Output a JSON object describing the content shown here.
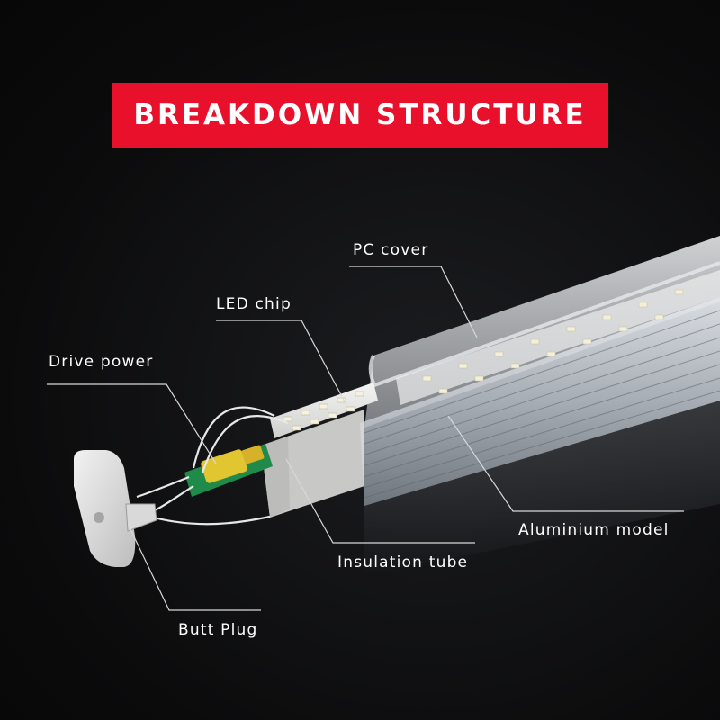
{
  "title": "BREAKDOWN STRUCTURE",
  "colors": {
    "banner": "#e8102a",
    "background": "#0b0b0c",
    "leader_line": "#d8d8d8",
    "label_text": "#ffffff"
  },
  "labels": {
    "pc_cover": "PC cover",
    "led_chip": "LED chip",
    "drive_power": "Drive power",
    "aluminium_model": "Aluminium model",
    "insulation_tube": "Insulation tube",
    "butt_plug": "Butt Plug"
  }
}
